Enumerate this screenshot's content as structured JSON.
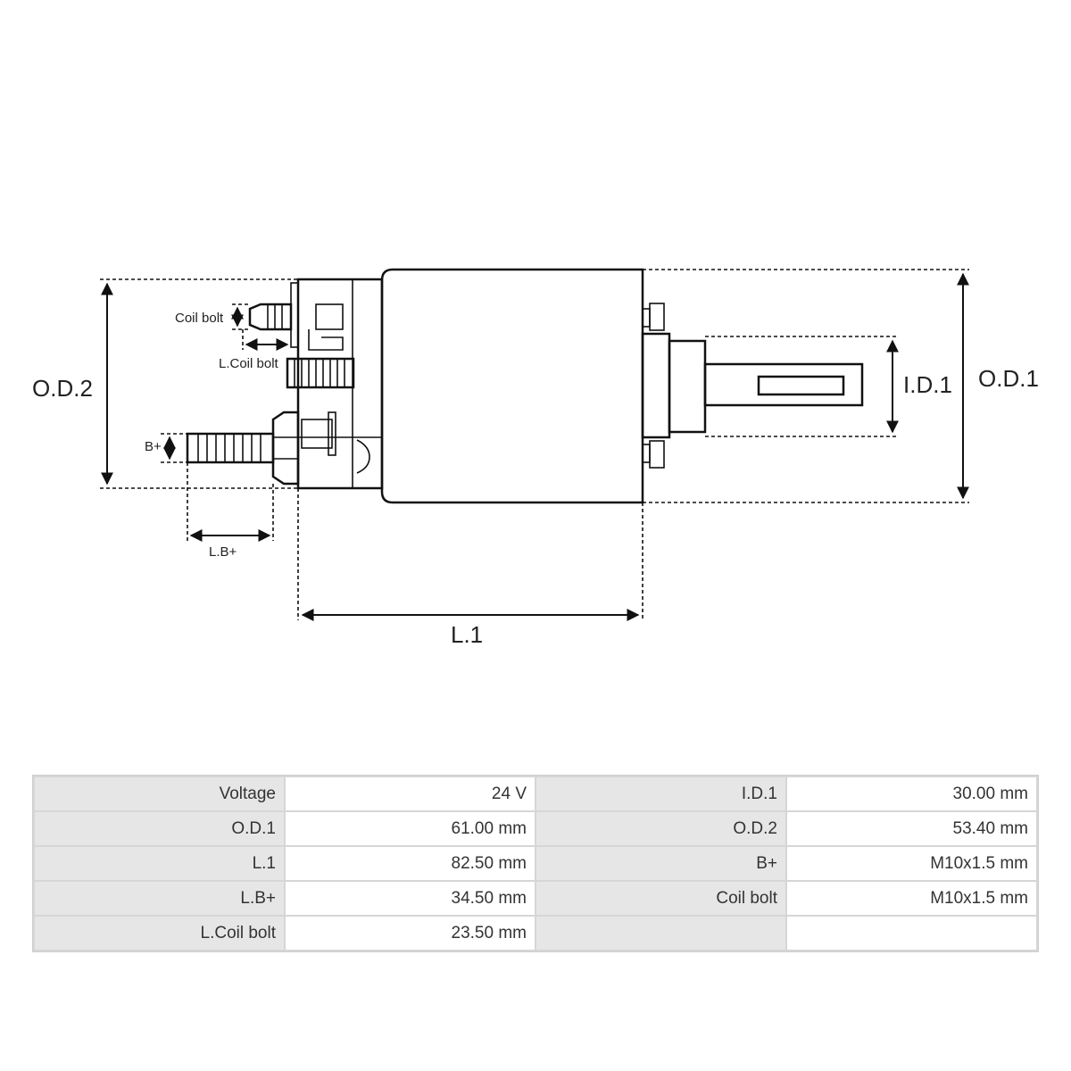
{
  "diagram": {
    "labels": {
      "od2": "O.D.2",
      "od1": "O.D.1",
      "id1": "I.D.1",
      "l1": "L.1",
      "coil_bolt": "Coil bolt",
      "l_coil_bolt": "L.Coil bolt",
      "b_plus": "B+",
      "l_b_plus": "L.B+"
    }
  },
  "specs": {
    "rows": [
      {
        "k1": "Voltage",
        "v1": "24 V",
        "k2": "I.D.1",
        "v2": "30.00 mm"
      },
      {
        "k1": "O.D.1",
        "v1": "61.00 mm",
        "k2": "O.D.2",
        "v2": "53.40 mm"
      },
      {
        "k1": "L.1",
        "v1": "82.50 mm",
        "k2": "B+",
        "v2": "M10x1.5 mm"
      },
      {
        "k1": "L.B+",
        "v1": "34.50 mm",
        "k2": "Coil bolt",
        "v2": "M10x1.5 mm"
      },
      {
        "k1": "L.Coil bolt",
        "v1": "23.50 mm",
        "k2": "",
        "v2": ""
      }
    ]
  }
}
